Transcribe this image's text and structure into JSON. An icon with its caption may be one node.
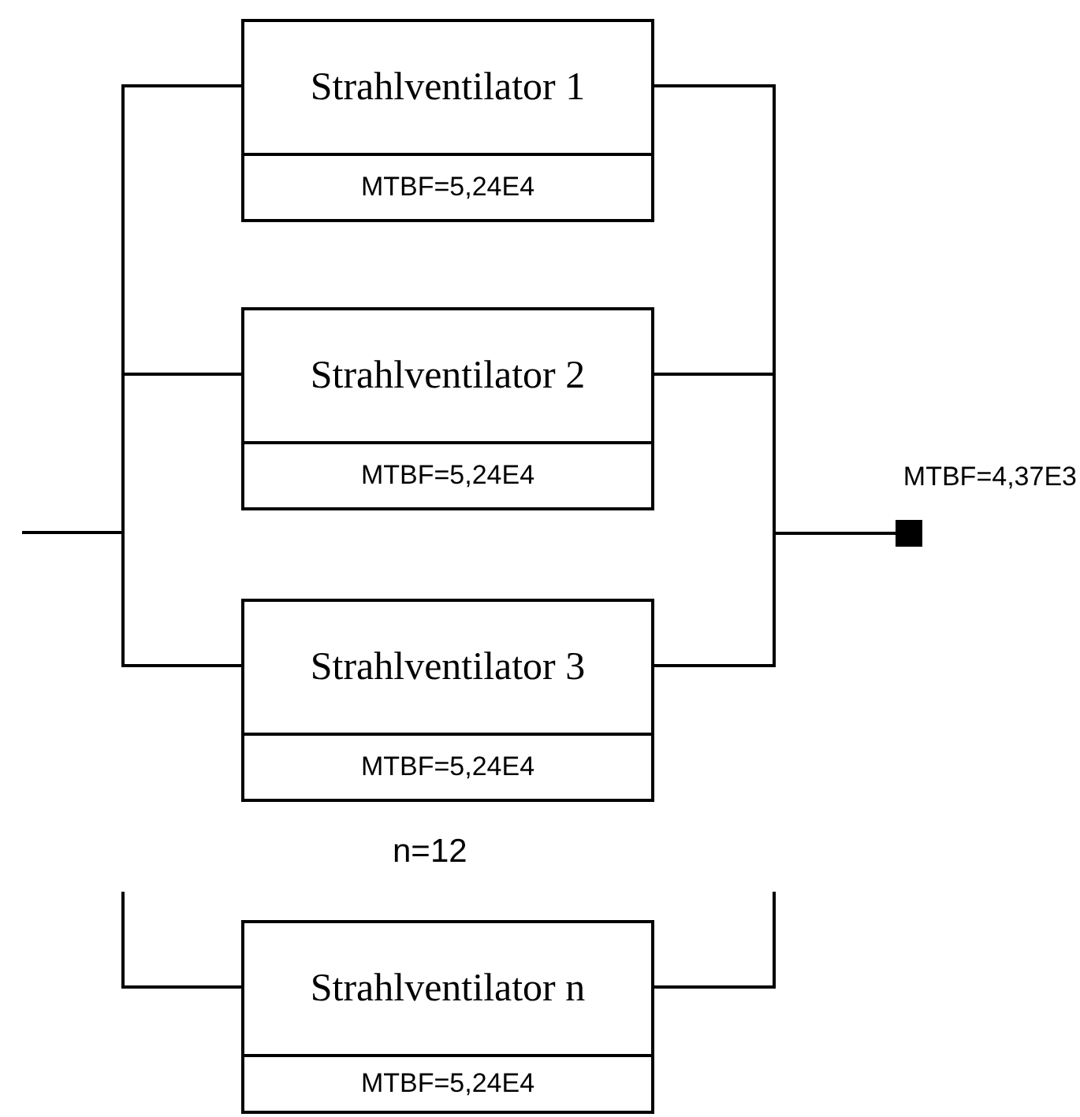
{
  "diagram": {
    "nodes": [
      {
        "text": [
          "Strahlventilator 1",
          "MTBF=5,24E4"
        ]
      },
      {
        "text": [
          "Strahlventilator 2",
          "MTBF=5,24E4"
        ]
      },
      {
        "text": [
          "Strahlventilator 3",
          "MTBF=5,24E4"
        ]
      },
      {
        "text": [
          "Strahlventilator n",
          "MTBF=5,24E4"
        ]
      },
      {
        "text": [],
        "shape": "box",
        "beside": [
          "MTBF=4,37E3"
        ]
      }
    ],
    "edges": [
      {
        "from": null,
        "to": 0,
        "arrow": "none"
      },
      {
        "from": null,
        "to": 1,
        "arrow": "none"
      },
      {
        "from": null,
        "to": 2,
        "arrow": "none"
      },
      {
        "from": null,
        "to": 3,
        "arrow": "none"
      },
      {
        "from": 0,
        "to": 4,
        "arrow": "none"
      },
      {
        "from": 1,
        "to": 4,
        "arrow": "none"
      },
      {
        "from": 2,
        "to": 4,
        "arrow": "none"
      },
      {
        "from": 3,
        "to": null,
        "arrow": "none"
      }
    ],
    "labels": [
      "n=12"
    ]
  }
}
